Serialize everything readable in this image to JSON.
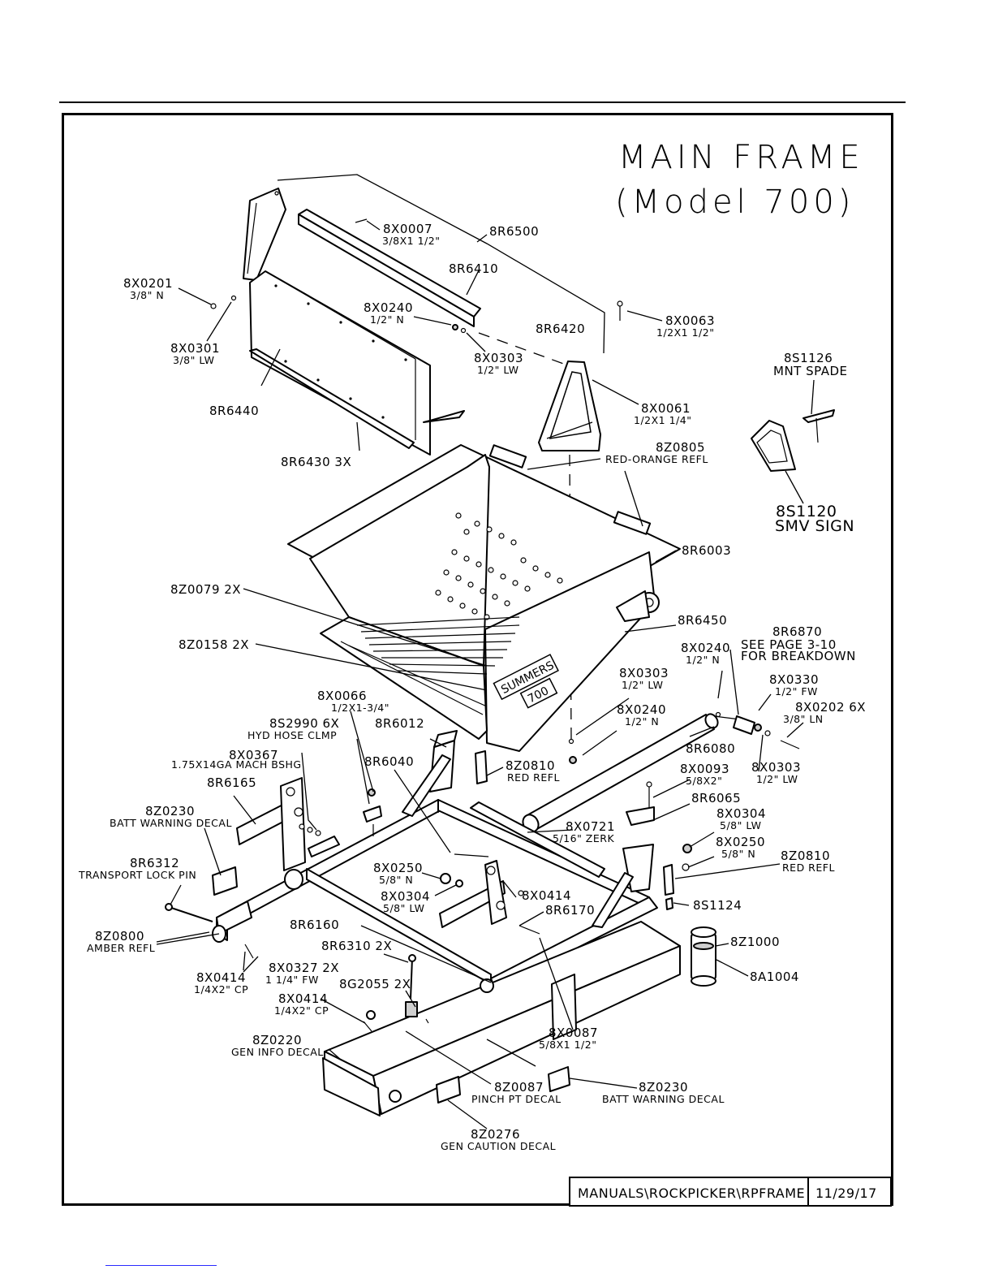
{
  "title": {
    "line1": "MAIN FRAME",
    "line2": "(Model 700)"
  },
  "title_block": {
    "path": "MANUALS\\ROCKPICKER\\RPFRAME",
    "date": "11/29/17"
  },
  "decal_text": {
    "brand": "SUMMERS",
    "model": "700"
  },
  "labels": [
    {
      "id": "8X0007",
      "sub": "3/8X1 1/2\""
    },
    {
      "id": "8R6500",
      "sub": ""
    },
    {
      "id": "8R6410",
      "sub": ""
    },
    {
      "id": "8X0201",
      "sub": "3/8\" N"
    },
    {
      "id": "8X0240",
      "sub": "1/2\" N"
    },
    {
      "id": "8X0063",
      "sub": "1/2X1 1/2\""
    },
    {
      "id": "8R6420",
      "sub": ""
    },
    {
      "id": "8X0301",
      "sub": "3/8\" LW"
    },
    {
      "id": "8X0303",
      "sub": "1/2\" LW"
    },
    {
      "id": "8S1126",
      "sub": "MNT SPADE"
    },
    {
      "id": "8X0061",
      "sub": "1/2X1 1/4\""
    },
    {
      "id": "8R6440",
      "sub": ""
    },
    {
      "id": "8R6430 3X",
      "sub": ""
    },
    {
      "id": "8Z0805",
      "sub": "RED-ORANGE REFL"
    },
    {
      "id": "8S1120",
      "sub": "SMV SIGN"
    },
    {
      "id": "8R6003",
      "sub": ""
    },
    {
      "id": "8Z0079 2X",
      "sub": ""
    },
    {
      "id": "8R6450",
      "sub": ""
    },
    {
      "id": "8R6870",
      "sub": ""
    },
    {
      "id": "8X0240",
      "sub": "1/2\" N"
    },
    {
      "id": "SEE PAGE 3-10",
      "sub": "FOR BREAKDOWN"
    },
    {
      "id": "8Z0158 2X",
      "sub": ""
    },
    {
      "id": "8X0303",
      "sub": "1/2\" LW"
    },
    {
      "id": "8X0330",
      "sub": "1/2\" FW"
    },
    {
      "id": "8X0066",
      "sub": "1/2X1-3/4\""
    },
    {
      "id": "8X0202 6X",
      "sub": "3/8\" LN"
    },
    {
      "id": "8X0240",
      "sub": "1/2\" N"
    },
    {
      "id": "8S2990 6X",
      "sub": "HYD HOSE CLMP"
    },
    {
      "id": "8R6012",
      "sub": ""
    },
    {
      "id": "8R6080",
      "sub": ""
    },
    {
      "id": "8X0367",
      "sub": "1.75X14GA MACH BSHG"
    },
    {
      "id": "8R6040",
      "sub": ""
    },
    {
      "id": "8Z0810",
      "sub": "RED REFL"
    },
    {
      "id": "8X0093",
      "sub": "5/8X2\""
    },
    {
      "id": "8X0303",
      "sub": "1/2\" LW"
    },
    {
      "id": "8R6165",
      "sub": ""
    },
    {
      "id": "8R6065",
      "sub": ""
    },
    {
      "id": "8X0721",
      "sub": "5/16\" ZERK"
    },
    {
      "id": "8Z0230",
      "sub": "BATT WARNING DECAL"
    },
    {
      "id": "8X0304",
      "sub": "5/8\" LW"
    },
    {
      "id": "8X0250",
      "sub": "5/8\" N"
    },
    {
      "id": "8Z0810",
      "sub": "RED REFL"
    },
    {
      "id": "8R6312",
      "sub": "TRANSPORT LOCK PIN"
    },
    {
      "id": "8X0250",
      "sub": "5/8\" N"
    },
    {
      "id": "8X0414",
      "sub": ""
    },
    {
      "id": "8X0304",
      "sub": "5/8\" LW"
    },
    {
      "id": "8R6170",
      "sub": ""
    },
    {
      "id": "8S1124",
      "sub": ""
    },
    {
      "id": "8Z0800",
      "sub": "AMBER REFL"
    },
    {
      "id": "8R6160",
      "sub": ""
    },
    {
      "id": "8Z1000",
      "sub": ""
    },
    {
      "id": "8R6310 2X",
      "sub": ""
    },
    {
      "id": "8X0414",
      "sub": "1/4X2\" CP"
    },
    {
      "id": "8X0327 2X",
      "sub": "1 1/4\" FW"
    },
    {
      "id": "8A1004",
      "sub": ""
    },
    {
      "id": "8X0414",
      "sub": "1/4X2\" CP"
    },
    {
      "id": "8G2055 2X",
      "sub": ""
    },
    {
      "id": "8X0087",
      "sub": "5/8X1 1/2\""
    },
    {
      "id": "8Z0220",
      "sub": "GEN INFO DECAL"
    },
    {
      "id": "8Z0087",
      "sub": "PINCH PT DECAL"
    },
    {
      "id": "8Z0230",
      "sub": "BATT WARNING DECAL"
    },
    {
      "id": "8Z0276",
      "sub": "GEN CAUTION DECAL"
    }
  ]
}
